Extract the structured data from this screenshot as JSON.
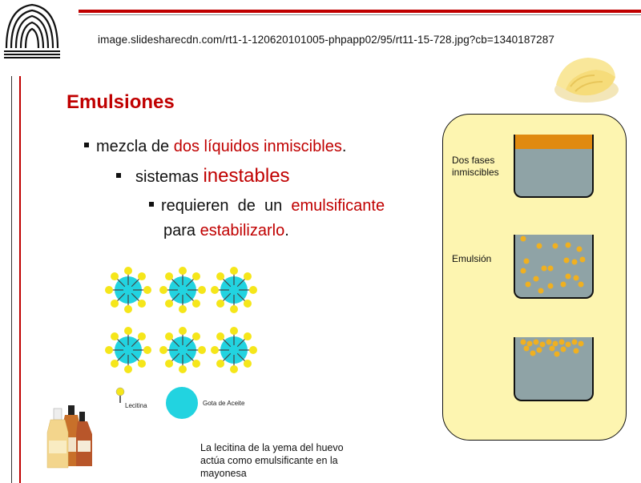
{
  "header": {
    "url": "image.slidesharecdn.com/rt1-1-120620101005-phpapp02/95/rt11-15-728.jpg?cb=1340187287"
  },
  "slide": {
    "title": "Emulsiones",
    "bullet1": {
      "pre": "mezcla de ",
      "highlight": "dos líquidos inmiscibles",
      "post": "."
    },
    "bullet2": {
      "pre": "sistemas ",
      "highlight": "inestables"
    },
    "bullet3": {
      "pre": "requieren  de  un  ",
      "highlight": "emulsificante",
      "pre2": "para ",
      "highlight2": "estabilizarlo",
      "post": "."
    },
    "legend": {
      "lecithin": "Lecitina",
      "oil_drop": "Gota de Aceite"
    },
    "caption": "La lecitina de la yema del huevo actúa como emulsificante en la mayonesa"
  },
  "panel": {
    "label_two_phases": "Dos fases inmiscibles",
    "label_emulsion": "Emulsión"
  },
  "colors": {
    "accent_red": "#c00000",
    "oil": "#e08a10",
    "water": "#8fa3a6",
    "panel_bg": "#fdf5b0",
    "micelle_core": "#22d3e0",
    "lecithin": "#f5e61a"
  }
}
